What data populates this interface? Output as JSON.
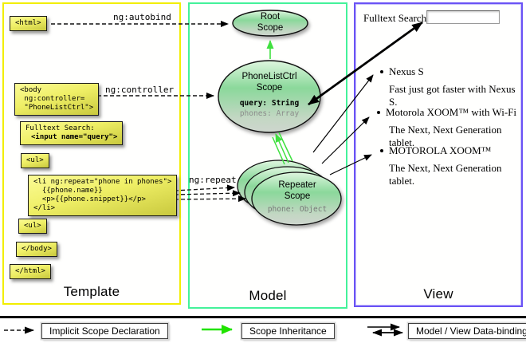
{
  "template_panel": {
    "label": "Template",
    "boxes": {
      "html_open": "<html>",
      "body_open": "<body\n ng:controller=\n \"PhoneListCtrl\">",
      "fulltext_label": "Fulltext Search:",
      "fulltext_code": "<input name=\"query\">",
      "ul_open": "<ul>",
      "li_repeat": "<li ng:repeat=\"phone in phones\">\n  {{phone.name}}\n  <p>{{phone.snippet}}</p>\n</li>",
      "ul_close": "<ul>",
      "body_close": "</body>",
      "html_close": "</html>"
    }
  },
  "connections": {
    "autobind_label": "ng:autobind",
    "controller_label": "ng:controller",
    "repeat_label": "ng:repeat"
  },
  "model_panel": {
    "label": "Model",
    "root_scope": {
      "title": "Root\nScope"
    },
    "phonelist_scope": {
      "title": "PhoneListCtrl\nScope",
      "prop_query": "query: String",
      "prop_phones": "phones: Array"
    },
    "repeater_scope": {
      "title": "Repeater\nScope",
      "prop_phone": "phone: Object"
    }
  },
  "view_panel": {
    "label": "View",
    "search_label": "Fulltext Search:",
    "search_value": "",
    "items": [
      {
        "title": "Nexus S",
        "desc": "Fast just got faster with Nexus S."
      },
      {
        "title": "Motorola XOOM™ with Wi-Fi",
        "desc": "The Next, Next Generation tablet."
      },
      {
        "title": "MOTOROLA XOOM™",
        "desc": "The Next, Next Generation tablet."
      }
    ]
  },
  "legend": {
    "implicit": "Implicit Scope Declaration",
    "inheritance": "Scope Inheritance",
    "binding": "Model / View Data-binding"
  },
  "colors": {
    "template_border": "#f2ee00",
    "model_border": "#44f29a",
    "view_border": "#6a52f5",
    "scope_fill_top": "#dff6df",
    "scope_fill_mid": "#8bd89b",
    "inheritance_arrow": "#3fe03f",
    "legend_green_arrow": "#21e300",
    "code_box_fill": "#efef66"
  }
}
